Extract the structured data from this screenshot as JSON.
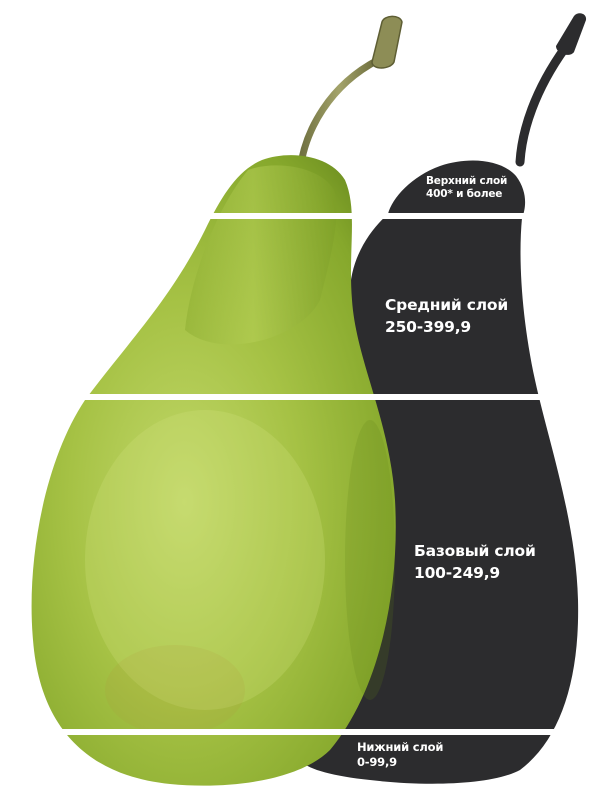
{
  "diagram": {
    "layers": [
      {
        "id": "top",
        "name": "Верхний слой",
        "range": "400* и более"
      },
      {
        "id": "middle",
        "name": "Средний слой",
        "range": "250-399,9"
      },
      {
        "id": "base",
        "name": "Базовый слой",
        "range": "100-249,9"
      },
      {
        "id": "bottom",
        "name": "Нижний слой",
        "range": "0-99,9"
      }
    ]
  },
  "colors": {
    "background": "#ffffff",
    "shadow": "#2c2c2e",
    "pear_light": "#c7dc6a",
    "pear_mid": "#9dbb3b",
    "pear_dark": "#6f8f22",
    "stem": "#8a8a52",
    "divider": "#ffffff",
    "label_text": "#ffffff"
  },
  "icons": {
    "pear": "pear-illustration",
    "shadow": "pear-shadow-silhouette"
  }
}
